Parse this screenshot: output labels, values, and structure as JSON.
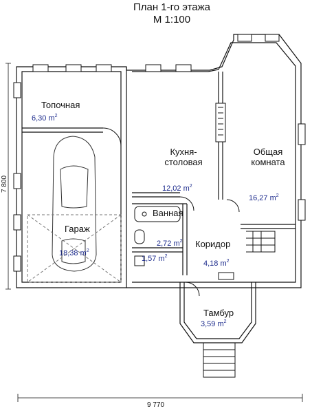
{
  "title": "План 1-го этажа",
  "scale": "М 1:100",
  "area_unit": "m",
  "area_exp": "2",
  "dimensions": {
    "width": "9 770",
    "height": "7 800"
  },
  "rooms": [
    {
      "id": "boiler",
      "name": "Топочная",
      "area": "6,30"
    },
    {
      "id": "garage",
      "name": "Гараж",
      "area": "18,38"
    },
    {
      "id": "kitchen",
      "name": "Кухня-\nстоловая",
      "area": "12,02"
    },
    {
      "id": "living",
      "name": "Общая\nкомната",
      "area": "16,27"
    },
    {
      "id": "bath",
      "name": "Ванная",
      "area": "2,72"
    },
    {
      "id": "wc",
      "name": "",
      "area": "1,57"
    },
    {
      "id": "corridor",
      "name": "Коридор",
      "area": "4,18"
    },
    {
      "id": "vestibule",
      "name": "Тамбур",
      "area": "3,59"
    }
  ],
  "colors": {
    "wall": "#111111",
    "area_text": "#1b2a8c",
    "hidden": "#777777"
  }
}
